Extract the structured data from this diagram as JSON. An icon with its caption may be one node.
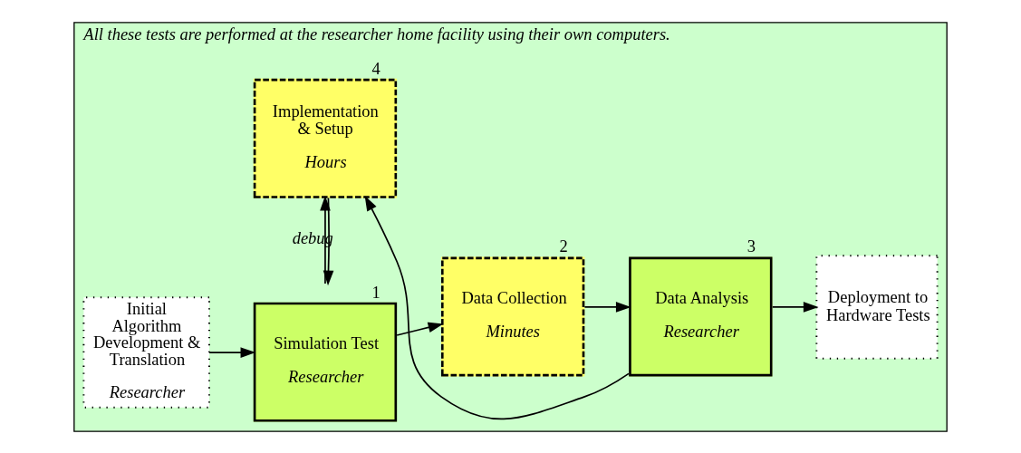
{
  "diagram": {
    "nodes": [
      {
        "text": [
          "All these tests are performed at the researcher home facility using their own computers."
        ]
      },
      {
        "text": [
          "Initial Algorithm Development & Translation",
          "Researcher"
        ],
        "in": 0
      },
      {
        "text": [
          "Simulation Test",
          "Researcher"
        ],
        "in": 0,
        "beside": [
          "1"
        ]
      },
      {
        "text": [
          "Data Collection",
          "Minutes"
        ],
        "in": 0,
        "beside": [
          "2"
        ]
      },
      {
        "text": [
          "Data Analysis",
          "Researcher"
        ],
        "in": 0,
        "beside": [
          "3"
        ]
      },
      {
        "text": [
          "Deployment to Hardware Tests"
        ],
        "in": 0
      },
      {
        "text": [
          "Implementation & Setup",
          "Hours"
        ],
        "in": 0,
        "beside": [
          "4"
        ]
      }
    ],
    "edges": [
      {
        "from": 1,
        "to": 2,
        "arrow": "to"
      },
      {
        "from": 2,
        "to": 3,
        "arrow": "to"
      },
      {
        "from": 3,
        "to": 4,
        "arrow": "to"
      },
      {
        "from": 4,
        "to": 5,
        "arrow": "to"
      },
      {
        "from": 2,
        "to": 6,
        "arrow": "to",
        "label": "debug"
      },
      {
        "from": 6,
        "to": 2,
        "arrow": "to"
      },
      {
        "from": 4,
        "to": 6,
        "arrow": "to"
      }
    ]
  }
}
